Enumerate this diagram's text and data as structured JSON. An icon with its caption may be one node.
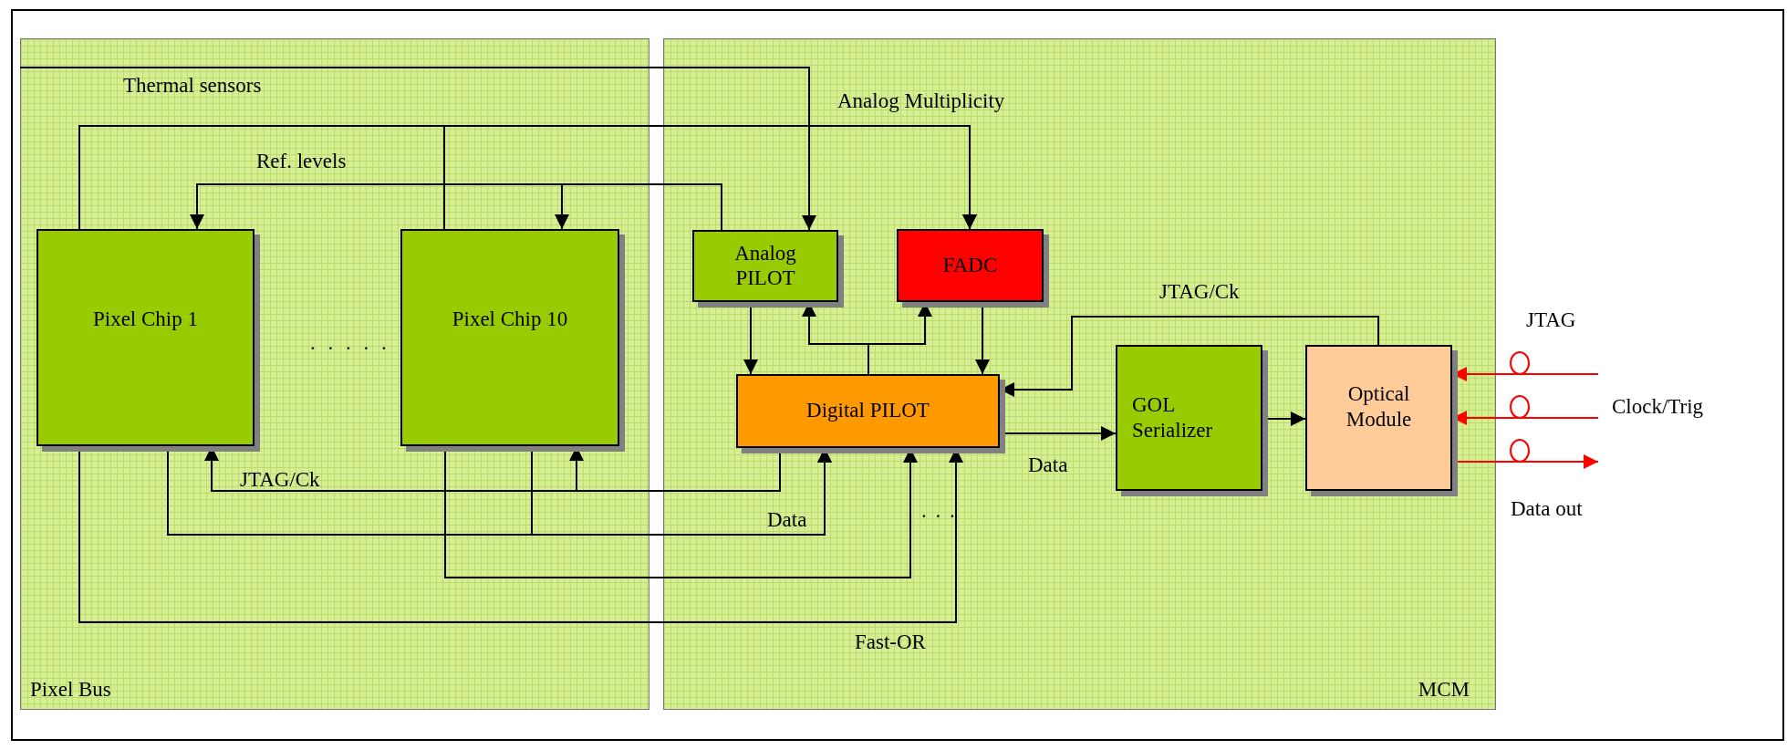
{
  "diagram": {
    "nodes": [
      {
        "text": [
          "Pixel Bus"
        ]
      },
      {
        "text": [
          "MCM"
        ]
      },
      {
        "text": [
          "Pixel Chip 1"
        ],
        "in": 0
      },
      {
        "text": [
          "Pixel Chip 10"
        ],
        "in": 0
      },
      {
        "text": [
          "Analog PILOT"
        ],
        "in": 1
      },
      {
        "text": [
          "FADC"
        ],
        "in": 1
      },
      {
        "text": [
          "Digital PILOT"
        ],
        "in": 1
      },
      {
        "text": [
          "GOL Serializer"
        ],
        "in": 1
      },
      {
        "text": [
          "Optical Module"
        ],
        "in": 1
      }
    ],
    "edges": [
      {
        "from": 0,
        "to": 4,
        "arrow": "to",
        "label": "Thermal sensors"
      },
      {
        "from": 2,
        "to": 5,
        "arrow": "to",
        "label": "Analog Multiplicity"
      },
      {
        "from": 3,
        "to": 5,
        "arrow": "to"
      },
      {
        "from": 4,
        "to": 2,
        "arrow": "to",
        "label": "Ref. levels"
      },
      {
        "from": 4,
        "to": 3,
        "arrow": "to"
      },
      {
        "from": 4,
        "to": 6,
        "arrow": "to"
      },
      {
        "from": 6,
        "to": 4,
        "arrow": "to"
      },
      {
        "from": 6,
        "to": 5,
        "arrow": "to"
      },
      {
        "from": 5,
        "to": 6,
        "arrow": "to"
      },
      {
        "from": 8,
        "to": 6,
        "arrow": "to",
        "label": "JTAG/Ck"
      },
      {
        "from": 6,
        "to": 7,
        "arrow": "to",
        "label": "Data"
      },
      {
        "from": 7,
        "to": 8,
        "arrow": "to"
      },
      {
        "from": null,
        "to": 8,
        "arrow": "to",
        "label": "JTAG",
        "color": "#ff0000"
      },
      {
        "from": null,
        "to": 8,
        "arrow": "to",
        "label": "Clock/Trig",
        "color": "#ff0000"
      },
      {
        "from": 8,
        "to": null,
        "arrow": "to",
        "label": "Data out",
        "color": "#ff0000"
      },
      {
        "from": 6,
        "to": 2,
        "arrow": "to",
        "label": "JTAG/Ck"
      },
      {
        "from": 6,
        "to": 3,
        "arrow": "to"
      },
      {
        "from": 2,
        "to": 6,
        "arrow": "to",
        "label": "Data"
      },
      {
        "from": 3,
        "to": 6,
        "arrow": "to"
      },
      {
        "from": 3,
        "to": 6,
        "arrow": "to"
      },
      {
        "from": 2,
        "to": 6,
        "arrow": "to",
        "label": "Fast-OR"
      }
    ],
    "labels": [
      ". . . . .",
      ". . ."
    ]
  }
}
